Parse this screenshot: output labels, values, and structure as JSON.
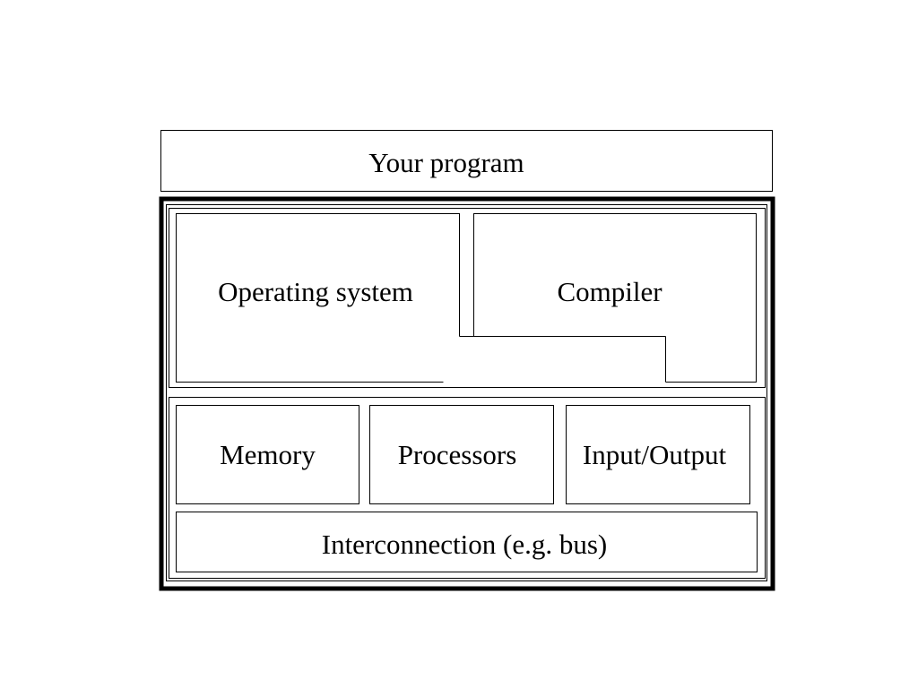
{
  "diagram": {
    "program": "Your program",
    "operating_system": "Operating system",
    "compiler": "Compiler",
    "memory": "Memory",
    "processors": "Processors",
    "io": "Input/Output",
    "interconnect": "Interconnection (e.g. bus)"
  },
  "colors": {
    "line": "#000000",
    "background": "#ffffff"
  }
}
